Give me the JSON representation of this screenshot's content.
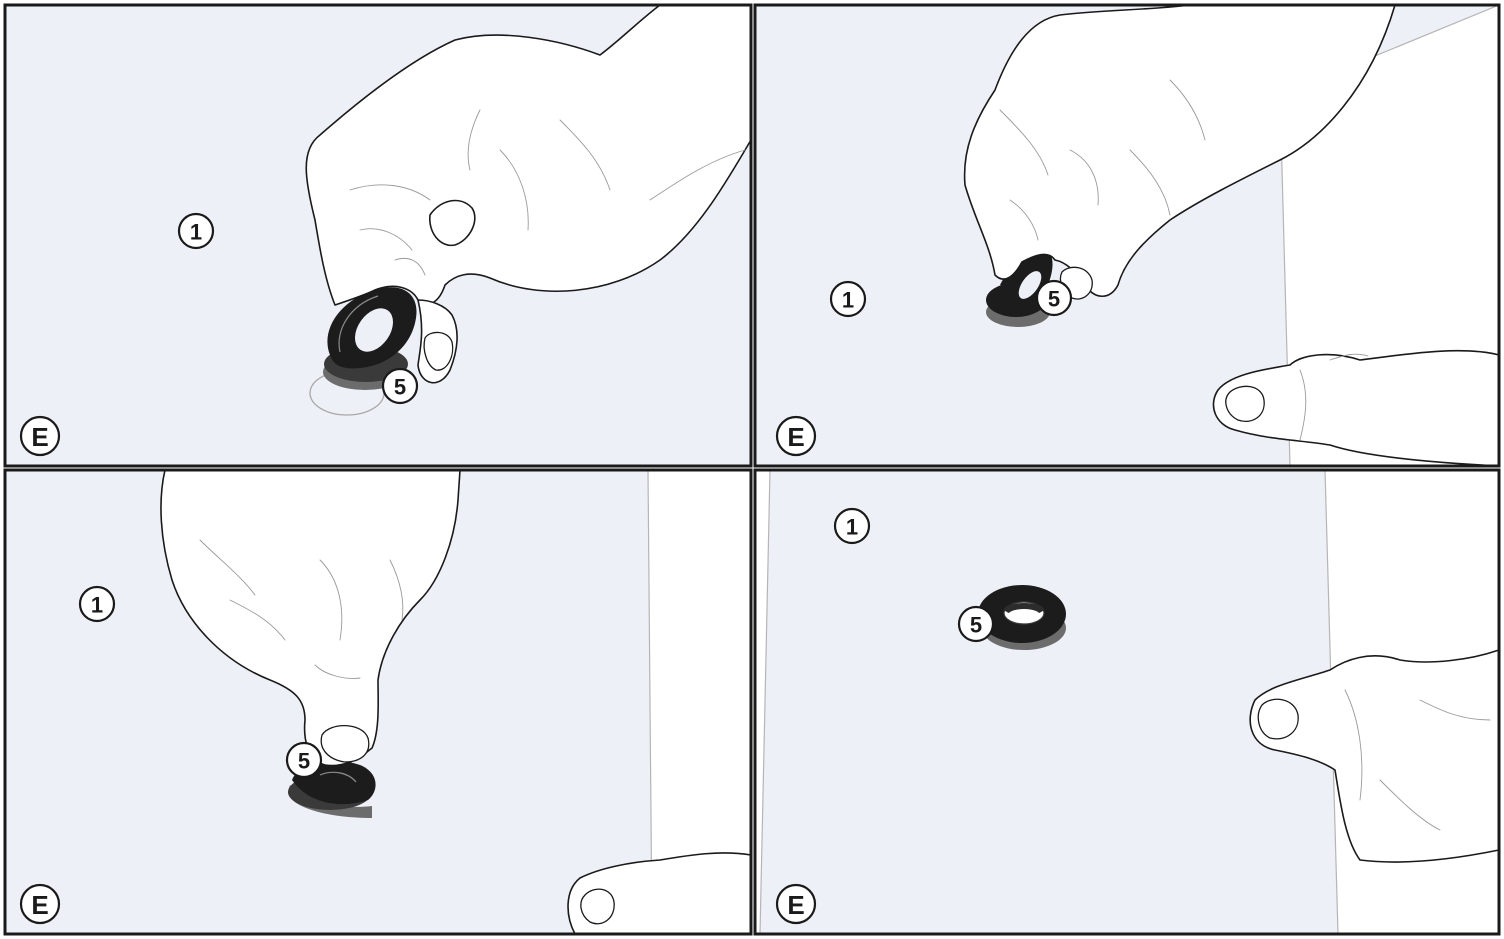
{
  "panels": [
    {
      "step_label": "E",
      "part_label": "1",
      "gasket_label": "5"
    },
    {
      "step_label": "E",
      "part_label": "1",
      "gasket_label": "5"
    },
    {
      "step_label": "E",
      "part_label": "1",
      "gasket_label": "5"
    },
    {
      "step_label": "E",
      "part_label": "1",
      "gasket_label": "5"
    }
  ],
  "colors": {
    "background": "#eef0f7",
    "line": "#1a1a1a",
    "gasket": "#1c1c1c",
    "gasket_shadow": "#6c6c6c",
    "sheet": "#ffffff"
  },
  "icons": [
    "hand-illustration",
    "gasket-ring",
    "paper-sheet"
  ]
}
